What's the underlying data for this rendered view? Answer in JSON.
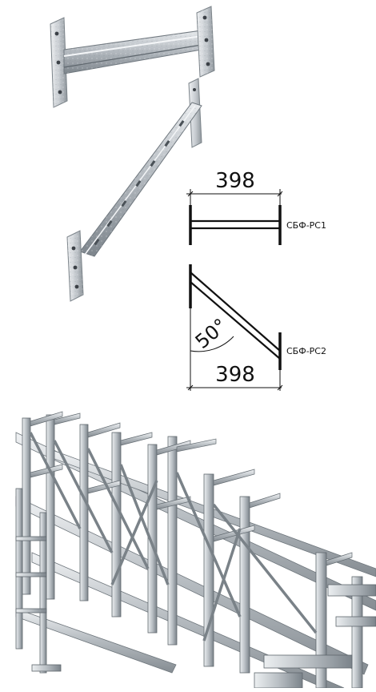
{
  "drawing": {
    "rc1": {
      "dimension": "398",
      "label": "СБФ-РС1"
    },
    "rc2": {
      "dimension": "398",
      "label": "СБФ-РС2",
      "angle": "50°"
    }
  },
  "colors": {
    "steel_light": "#d9dde1",
    "steel_mid": "#a9b0b6",
    "steel_dark": "#6f777e",
    "line": "#111111"
  }
}
